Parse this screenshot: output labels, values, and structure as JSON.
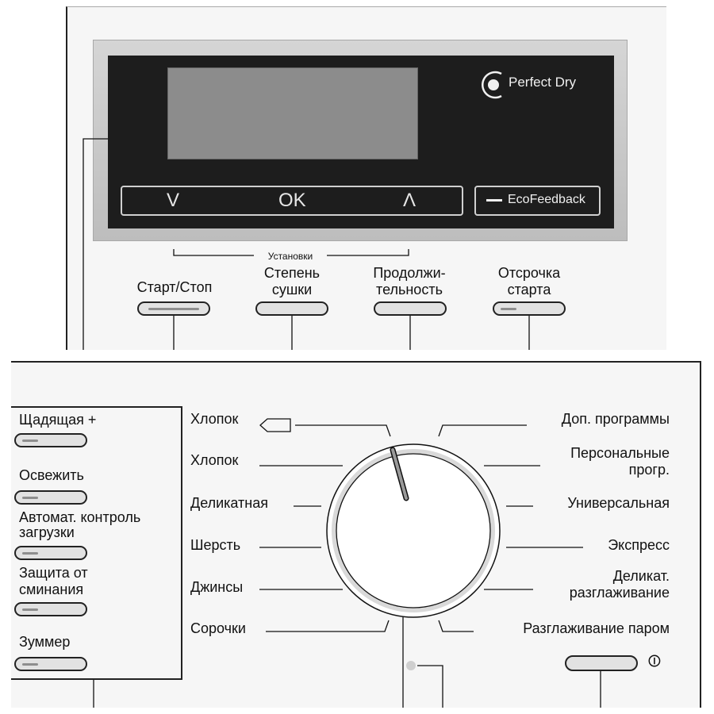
{
  "display": {
    "nav_down": "V",
    "nav_ok": "OK",
    "nav_up": "Λ",
    "perfect_dry": "Perfect Dry",
    "eco_feedback": "EcoFeedback"
  },
  "top_buttons": {
    "settings_caption": "Установки",
    "start_stop": "Старт/Стоп",
    "dryness_1": "Степень",
    "dryness_2": "сушки",
    "duration_1": "Продолжи-",
    "duration_2": "тельность",
    "delay_1": "Отсрочка",
    "delay_2": "старта"
  },
  "options": [
    {
      "label": "Щадящая +"
    },
    {
      "label": "Освежить"
    },
    {
      "label_1": "Автомат. контроль",
      "label_2": "загрузки"
    },
    {
      "label_1": "Защита от",
      "label_2": "сминания"
    },
    {
      "label": "Зуммер"
    }
  ],
  "programs_left": [
    "Хлопок",
    "Хлопок",
    "Деликатная",
    "Шерсть",
    "Джинсы",
    "Сорочки"
  ],
  "programs_right": {
    "extra": "Доп. программы",
    "personal_1": "Персональные",
    "personal_2": "прогр.",
    "universal": "Универсальная",
    "express": "Экспресс",
    "delicate_smooth_1": "Деликат.",
    "delicate_smooth_2": "разглаживание",
    "steam_smooth": "Разглаживание паром"
  },
  "power": {
    "symbol": "⏼"
  },
  "colors": {
    "display_bg": "#1d1d1d",
    "lcd": "#8c8c8c",
    "panel": "#f6f6f6",
    "button_led": "#8e8e8e"
  }
}
